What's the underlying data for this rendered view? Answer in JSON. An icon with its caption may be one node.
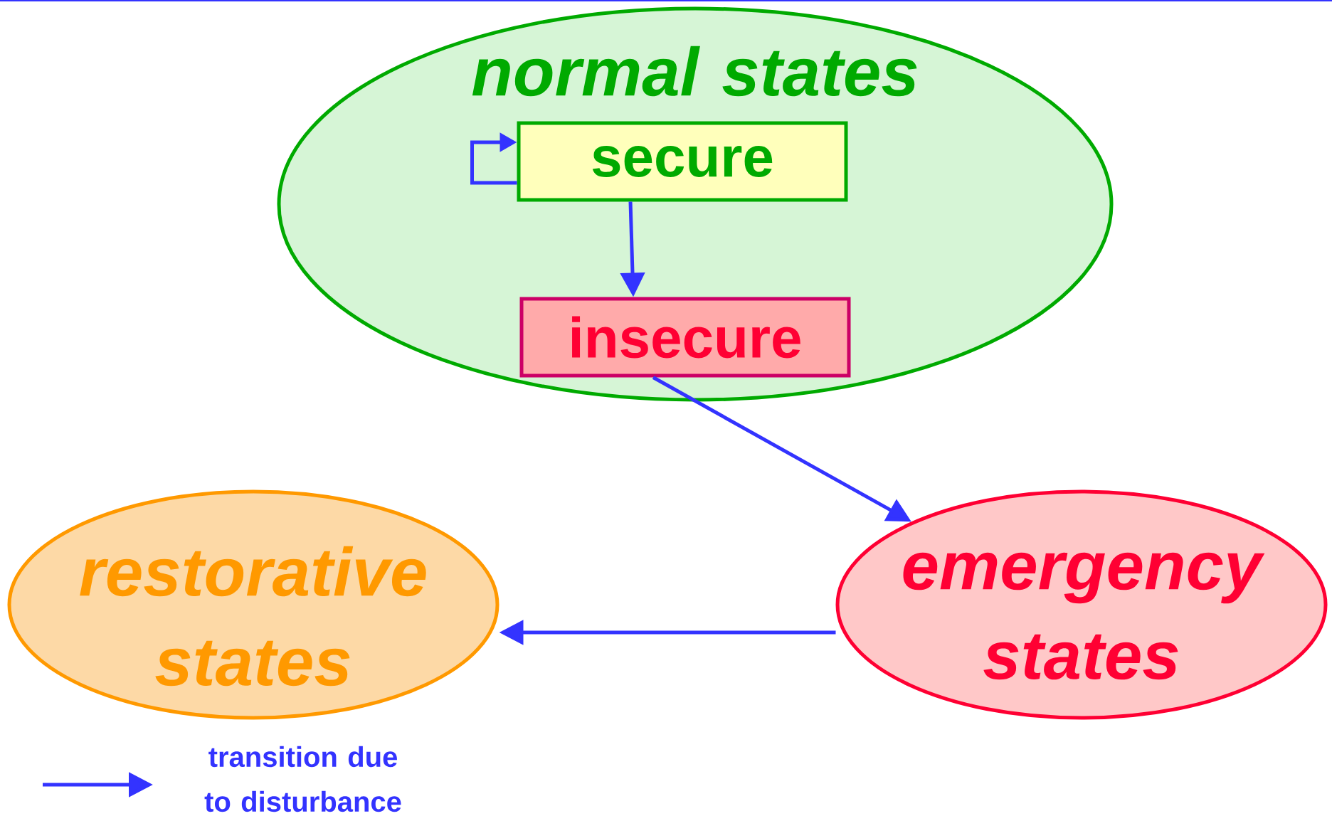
{
  "diagram": {
    "nodes": [
      {
        "text": [
          "normal states"
        ]
      },
      {
        "text": [
          "secure"
        ],
        "in": 0
      },
      {
        "text": [
          "insecure"
        ],
        "in": 0
      },
      {
        "text": [
          "restorative states"
        ]
      },
      {
        "text": [
          "emergency states"
        ]
      }
    ],
    "edges": [
      {
        "from": 1,
        "to": 1,
        "arrow": "to"
      },
      {
        "from": 1,
        "to": 2,
        "arrow": "to"
      },
      {
        "from": 2,
        "to": 4,
        "arrow": "to"
      },
      {
        "from": 4,
        "to": 3,
        "arrow": "to"
      }
    ],
    "legend": [
      {
        "text": "transition due to disturbance"
      }
    ]
  }
}
